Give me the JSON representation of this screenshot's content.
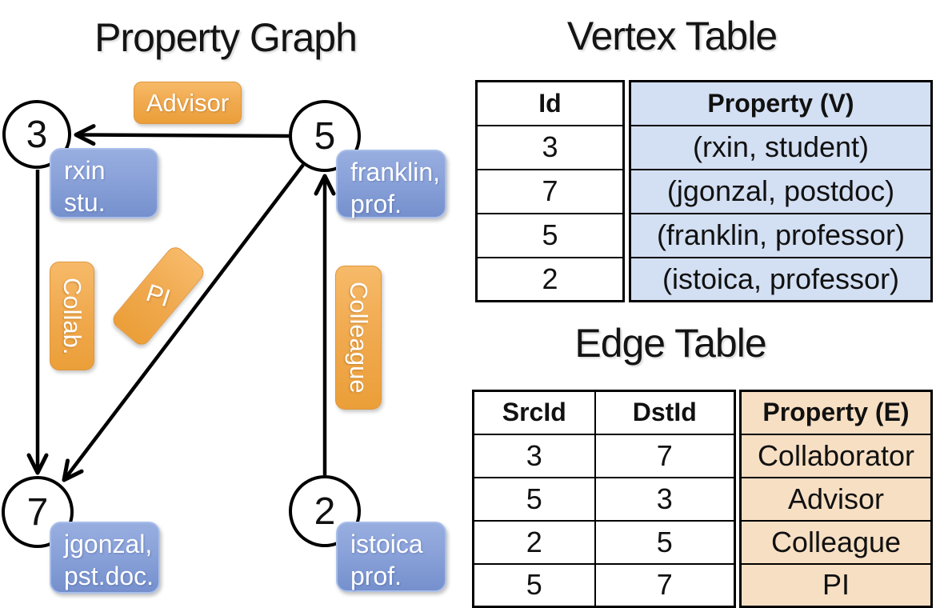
{
  "graph_panel": {
    "title": "Property Graph",
    "vertices": [
      {
        "id": "3",
        "box_line1": "rxin",
        "box_line2": "stu."
      },
      {
        "id": "5",
        "box_line1": "franklin,",
        "box_line2": "prof."
      },
      {
        "id": "7",
        "box_line1": "jgonzal,",
        "box_line2": "pst.doc."
      },
      {
        "id": "2",
        "box_line1": "istoica",
        "box_line2": "prof."
      }
    ],
    "edges": [
      {
        "src": "5",
        "dst": "3",
        "label": "Advisor"
      },
      {
        "src": "3",
        "dst": "7",
        "label": "Collab."
      },
      {
        "src": "5",
        "dst": "7",
        "label": "PI"
      },
      {
        "src": "2",
        "dst": "5",
        "label": "Colleague"
      }
    ]
  },
  "vertex_table": {
    "title": "Vertex Table",
    "columns": [
      "Id",
      "Property (V)"
    ],
    "rows": [
      [
        "3",
        "(rxin, student)"
      ],
      [
        "7",
        "(jgonzal, postdoc)"
      ],
      [
        "5",
        "(franklin, professor)"
      ],
      [
        "2",
        "(istoica, professor)"
      ]
    ]
  },
  "edge_table": {
    "title": "Edge Table",
    "columns": [
      "SrcId",
      "DstId",
      "Property (E)"
    ],
    "rows": [
      [
        "3",
        "7",
        "Collaborator"
      ],
      [
        "5",
        "3",
        "Advisor"
      ],
      [
        "2",
        "5",
        "Colleague"
      ],
      [
        "5",
        "7",
        "PI"
      ]
    ]
  },
  "colors": {
    "edge_label_fill": "#f0a94e",
    "vertex_box_fill": "#8aa2d9",
    "vertex_table_property_fill": "#d3dff2",
    "edge_table_property_fill": "#f7dfc3",
    "line_color": "#000000"
  }
}
